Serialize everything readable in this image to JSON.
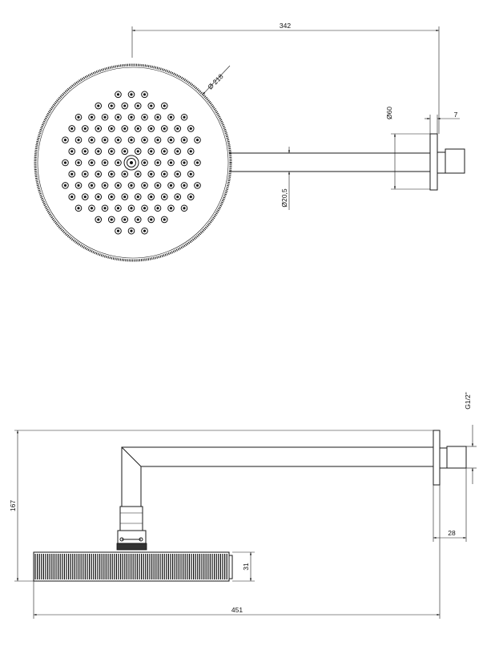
{
  "top_view": {
    "dimensions": {
      "overall_depth": "342",
      "head_diameter": "Ø 218",
      "flange_diameter": "Ø60",
      "flange_thickness": "7",
      "arm_diameter": "Ø20,5"
    }
  },
  "side_view": {
    "dimensions": {
      "thread": "G1/2\"",
      "height": "167",
      "wall_offset": "28",
      "head_thickness": "31",
      "overall_length": "451"
    }
  }
}
